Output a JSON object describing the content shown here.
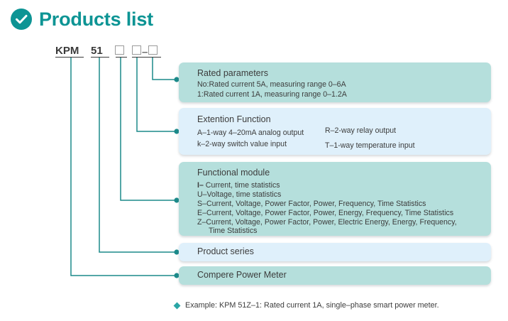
{
  "header": {
    "title": "Products list",
    "icon": "check-circle-icon",
    "accent_color": "#0d9494"
  },
  "code": {
    "prefix": "KPM",
    "series": "51",
    "box1": "□",
    "box2": "□",
    "dash": "–",
    "box3": "□"
  },
  "colors": {
    "teal_box": "#b5dfdc",
    "blue_box": "#dff0fb",
    "connector": "#1b8a8a",
    "text": "#3c3c3c"
  },
  "boxes": {
    "rated": {
      "title": "Rated parameters",
      "lines": [
        "No:Rated current 5A, measuring range 0–6A",
        "1:Rated current 1A, measuring range 0–1.2A"
      ]
    },
    "extension": {
      "title": "Extention Function",
      "left": [
        "A–1-way 4–20mA analog output",
        "k–2-way switch value input"
      ],
      "right": [
        "R–2-way relay output",
        "T–1-way temperature input"
      ]
    },
    "functional": {
      "title": "Functional module",
      "lines": [
        {
          "code": "I–",
          "text": " Current, time statistics"
        },
        {
          "code": "U–",
          "text": "Voltage, time statistics"
        },
        {
          "code": "S–",
          "text": "Current, Voltage, Power Factor, Power, Frequency, Time Statistics"
        },
        {
          "code": "E–",
          "text": "Current, Voltage, Power Factor, Power, Energy, Frequency, Time Statistics"
        },
        {
          "code": "Z–",
          "text": "Current, Voltage, Power Factor, Power, Electric Energy, Energy, Frequency,"
        }
      ],
      "continuation": "Time Statistics"
    },
    "series": {
      "label": "Product series"
    },
    "meter": {
      "label": "Compere  Power  Meter"
    }
  },
  "footer": {
    "bullet": "diamond-bullet-icon",
    "text": "Example: KPM 51Z–1: Rated current 1A, single–phase smart power meter."
  }
}
